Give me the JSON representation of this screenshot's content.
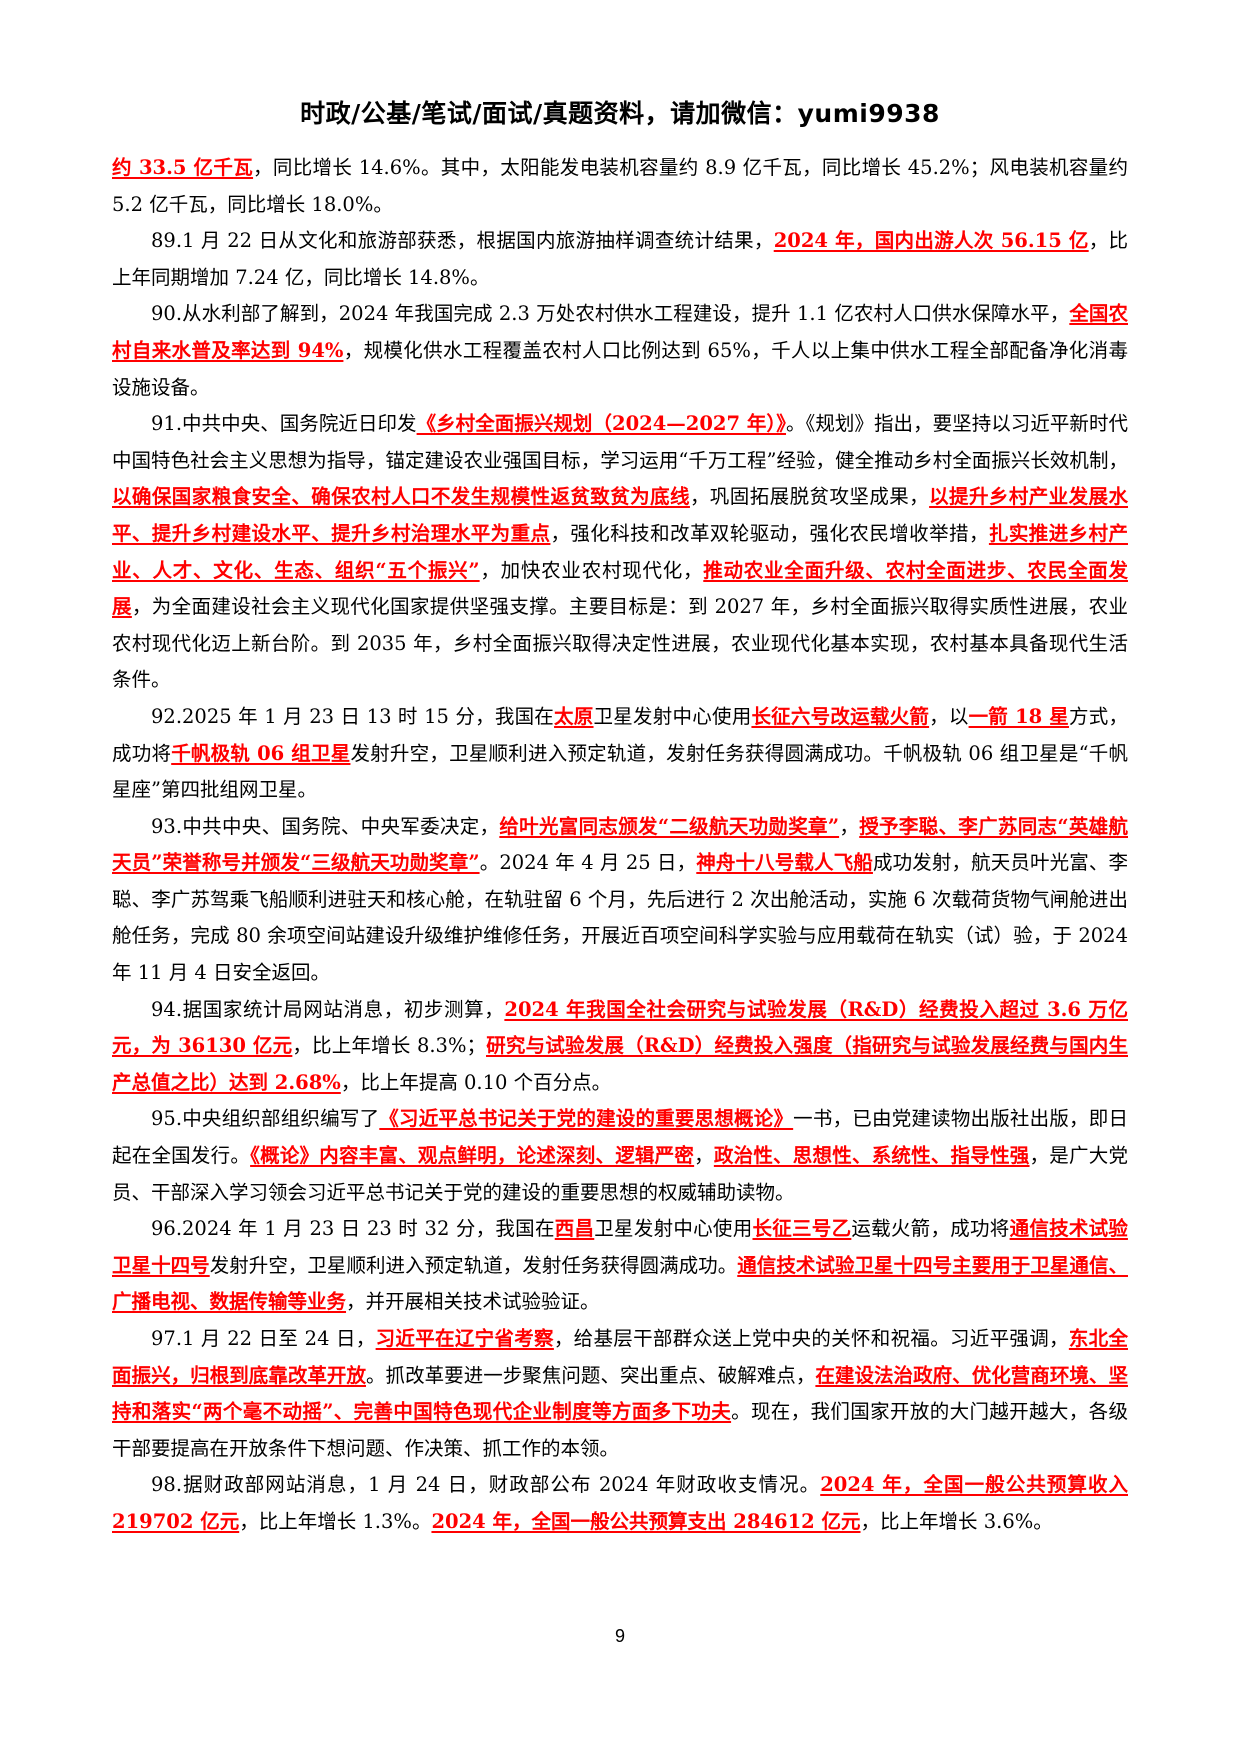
{
  "header": {
    "text": "时政/公基/笔试/面试/真题资料，请加微信：yumi9938"
  },
  "highlight_color": "#ff0000",
  "paragraphs": [
    {
      "continuation": true,
      "segments": [
        {
          "t": "约 33.5 亿千瓦",
          "hl": true
        },
        {
          "t": "，同比增长 14.6%。其中，太阳能发电装机容量约 8.9 亿千瓦，同比增长 45.2%；风电装机容量约 5.2 亿千瓦，同比增长 18.0%。",
          "hl": false
        }
      ]
    },
    {
      "continuation": false,
      "segments": [
        {
          "t": "89.1 月 22 日从文化和旅游部获悉，根据国内旅游抽样调查统计结果，",
          "hl": false
        },
        {
          "t": "2024 年，国内出游人次 56.15 亿",
          "hl": true
        },
        {
          "t": "，比上年同期增加 7.24 亿，同比增长 14.8%。",
          "hl": false
        }
      ]
    },
    {
      "continuation": false,
      "segments": [
        {
          "t": "90.从水利部了解到，2024 年我国完成 2.3 万处农村供水工程建设，提升 1.1 亿农村人口供水保障水平，",
          "hl": false
        },
        {
          "t": "全国农村自来水普及率达到 94%",
          "hl": true
        },
        {
          "t": "，规模化供水工程覆盖农村人口比例达到 65%，千人以上集中供水工程全部配备净化消毒设施设备。",
          "hl": false
        }
      ]
    },
    {
      "continuation": false,
      "segments": [
        {
          "t": "91.中共中央、国务院近日印发",
          "hl": false
        },
        {
          "t": "《乡村全面振兴规划（2024—2027 年）》",
          "hl": true
        },
        {
          "t": "。《规划》指出，要坚持以习近平新时代中国特色社会主义思想为指导，锚定建设农业强国目标，学习运用“千万工程”经验，健全推动乡村全面振兴长效机制，",
          "hl": false
        },
        {
          "t": "以确保国家粮食安全、确保农村人口不发生规模性返贫致贫为底线",
          "hl": true
        },
        {
          "t": "，巩固拓展脱贫攻坚成果，",
          "hl": false
        },
        {
          "t": "以提升乡村产业发展水平、提升乡村建设水平、提升乡村治理水平为重点",
          "hl": true
        },
        {
          "t": "，强化科技和改革双轮驱动，强化农民增收举措，",
          "hl": false
        },
        {
          "t": "扎实推进乡村产业、人才、文化、生态、组织“五个振兴”",
          "hl": true
        },
        {
          "t": "，加快农业农村现代化，",
          "hl": false
        },
        {
          "t": "推动农业全面升级、农村全面进步、农民全面发展",
          "hl": true
        },
        {
          "t": "，为全面建设社会主义现代化国家提供坚强支撑。主要目标是：到 2027 年，乡村全面振兴取得实质性进展，农业农村现代化迈上新台阶。到 2035 年，乡村全面振兴取得决定性进展，农业现代化基本实现，农村基本具备现代生活条件。",
          "hl": false
        }
      ]
    },
    {
      "continuation": false,
      "segments": [
        {
          "t": "92.2025 年 1 月 23 日 13 时 15 分，我国在",
          "hl": false
        },
        {
          "t": "太原",
          "hl": true
        },
        {
          "t": "卫星发射中心使用",
          "hl": false
        },
        {
          "t": "长征六号改运载火箭",
          "hl": true
        },
        {
          "t": "，以",
          "hl": false
        },
        {
          "t": "一箭 18 星",
          "hl": true
        },
        {
          "t": "方式，成功将",
          "hl": false
        },
        {
          "t": "千帆极轨 06 组卫星",
          "hl": true
        },
        {
          "t": "发射升空，卫星顺利进入预定轨道，发射任务获得圆满成功。千帆极轨 06 组卫星是“千帆星座”第四批组网卫星。",
          "hl": false
        }
      ]
    },
    {
      "continuation": false,
      "segments": [
        {
          "t": "93.中共中央、国务院、中央军委决定，",
          "hl": false
        },
        {
          "t": "给叶光富同志颁发“二级航天功勋奖章”",
          "hl": true
        },
        {
          "t": "，",
          "hl": false
        },
        {
          "t": "授予李聪、李广苏同志“英雄航天员”荣誉称号并颁发“三级航天功勋奖章”",
          "hl": true
        },
        {
          "t": "。2024 年 4 月 25 日，",
          "hl": false
        },
        {
          "t": "神舟十八号载人飞船",
          "hl": true
        },
        {
          "t": "成功发射，航天员叶光富、李聪、李广苏驾乘飞船顺利进驻天和核心舱，在轨驻留 6 个月，先后进行 2 次出舱活动，实施 6 次载荷货物气闸舱进出舱任务，完成 80 余项空间站建设升级维护维修任务，开展近百项空间科学实验与应用载荷在轨实（试）验，于 2024 年 11 月 4 日安全返回。",
          "hl": false
        }
      ]
    },
    {
      "continuation": false,
      "segments": [
        {
          "t": "94.据国家统计局网站消息，初步测算，",
          "hl": false
        },
        {
          "t": "2024 年我国全社会研究与试验发展（R&D）经费投入超过 3.6 万亿元，为 36130 亿元",
          "hl": true
        },
        {
          "t": "，比上年增长 8.3%；",
          "hl": false
        },
        {
          "t": "研究与试验发展（R&D）经费投入强度（指研究与试验发展经费与国内生产总值之比）达到 2.68%",
          "hl": true
        },
        {
          "t": "，比上年提高 0.10 个百分点。",
          "hl": false
        }
      ]
    },
    {
      "continuation": false,
      "segments": [
        {
          "t": "95.中央组织部组织编写了",
          "hl": false
        },
        {
          "t": "《习近平总书记关于党的建设的重要思想概论》",
          "hl": true
        },
        {
          "t": "一书，已由党建读物出版社出版，即日起在全国发行。",
          "hl": false
        },
        {
          "t": "《概论》内容丰富、观点鲜明，论述深刻、逻辑严密",
          "hl": true
        },
        {
          "t": "，",
          "hl": false
        },
        {
          "t": "政治性、思想性、系统性、指导性强",
          "hl": true
        },
        {
          "t": "，是广大党员、干部深入学习领会习近平总书记关于党的建设的重要思想的权威辅助读物。",
          "hl": false
        }
      ]
    },
    {
      "continuation": false,
      "segments": [
        {
          "t": "96.2024 年 1 月 23 日 23 时 32 分，我国在",
          "hl": false
        },
        {
          "t": "西昌",
          "hl": true
        },
        {
          "t": "卫星发射中心使用",
          "hl": false
        },
        {
          "t": "长征三号乙",
          "hl": true
        },
        {
          "t": "运载火箭，成功将",
          "hl": false
        },
        {
          "t": "通信技术试验卫星十四号",
          "hl": true
        },
        {
          "t": "发射升空，卫星顺利进入预定轨道，发射任务获得圆满成功。",
          "hl": false
        },
        {
          "t": "通信技术试验卫星十四号主要用于卫星通信、广播电视、数据传输等业务",
          "hl": true
        },
        {
          "t": "，并开展相关技术试验验证。",
          "hl": false
        }
      ]
    },
    {
      "continuation": false,
      "segments": [
        {
          "t": "97.1 月 22 日至 24 日，",
          "hl": false
        },
        {
          "t": "习近平在辽宁省考察",
          "hl": true
        },
        {
          "t": "，给基层干部群众送上党中央的关怀和祝福。习近平强调，",
          "hl": false
        },
        {
          "t": "东北全面振兴，归根到底靠改革开放",
          "hl": true
        },
        {
          "t": "。抓改革要进一步聚焦问题、突出重点、破解难点，",
          "hl": false
        },
        {
          "t": "在建设法治政府、优化营商环境、坚持和落实“两个毫不动摇”、完善中国特色现代企业制度等方面多下功夫",
          "hl": true
        },
        {
          "t": "。现在，我们国家开放的大门越开越大，各级干部要提高在开放条件下想问题、作决策、抓工作的本领。",
          "hl": false
        }
      ]
    },
    {
      "continuation": false,
      "segments": [
        {
          "t": "98.据财政部网站消息，1 月 24 日，财政部公布 2024 年财政收支情况。",
          "hl": false
        },
        {
          "t": "2024 年，全国一般公共预算收入 219702 亿元",
          "hl": true
        },
        {
          "t": "，比上年增长 1.3%。",
          "hl": false
        },
        {
          "t": "2024 年，全国一般公共预算支出 284612 亿元",
          "hl": true
        },
        {
          "t": "，比上年增长 3.6%。",
          "hl": false
        }
      ]
    }
  ],
  "footer": {
    "page_number": "9"
  }
}
